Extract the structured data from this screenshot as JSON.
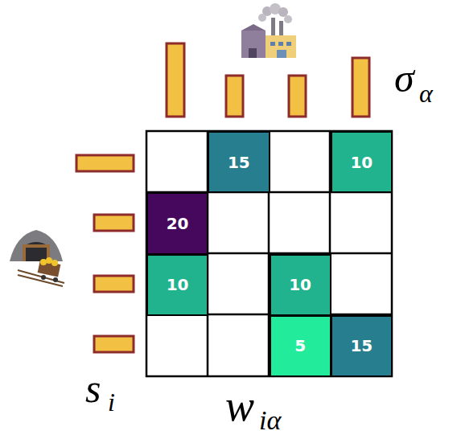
{
  "diagram": {
    "nodes": [
      {
        "text": [
          "15"
        ]
      },
      {
        "text": [
          "10"
        ]
      },
      {
        "text": [
          "20"
        ]
      },
      {
        "text": [
          "10"
        ]
      },
      {
        "text": [
          "10"
        ]
      },
      {
        "text": [
          "5"
        ]
      },
      {
        "text": [
          "15"
        ]
      }
    ],
    "labels": [
      "σ",
      "α",
      "s",
      "i",
      "w",
      "iα"
    ]
  }
}
